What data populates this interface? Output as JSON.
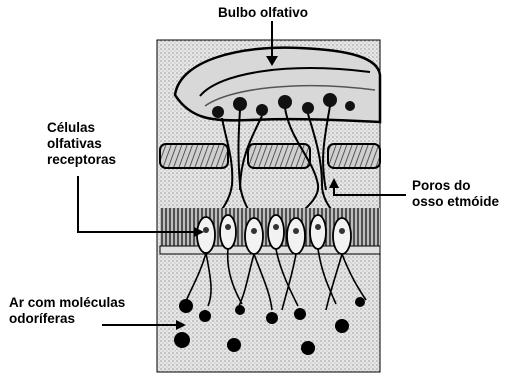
{
  "labels": {
    "bulbo": "Bulbo olfativo",
    "celulas": [
      "Células",
      "olfativas",
      "receptoras"
    ],
    "poros": [
      "Poros do",
      "osso etmóide"
    ],
    "ar": [
      "Ar com moléculas",
      "odoríferas"
    ]
  }
}
